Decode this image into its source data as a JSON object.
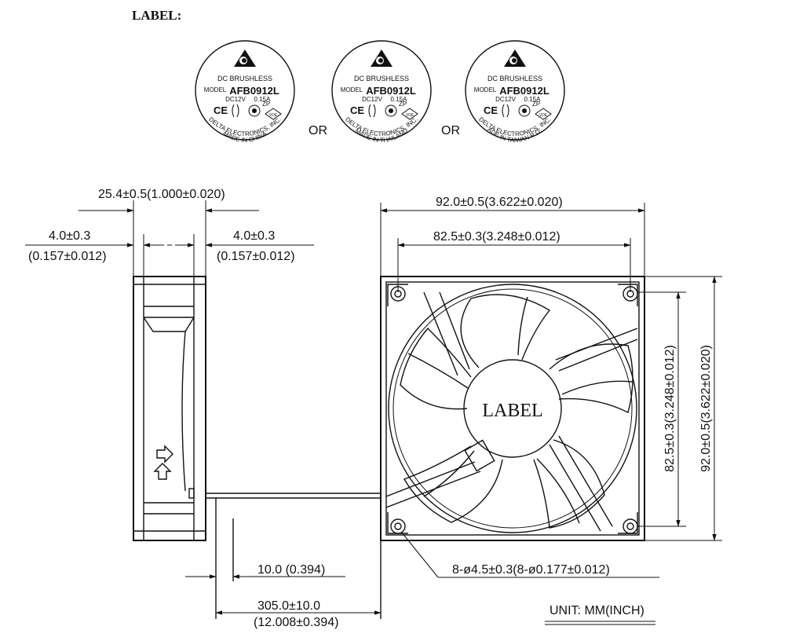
{
  "header": {
    "title": "LABEL:"
  },
  "labels": [
    {
      "product": "DC BRUSHLESS",
      "model_caption": "MODEL",
      "model": "AFB0912L",
      "voltage": "DC12V",
      "current": "0.15A",
      "zp": "ZP",
      "ce": "CE",
      "vde": "VDE",
      "maker": "DELTA ELECTRONICS, INC.",
      "origin": "MADE IN CHINA"
    },
    {
      "product": "DC BRUSHLESS",
      "model_caption": "MODEL",
      "model": "AFB0912L",
      "voltage": "DC12V",
      "current": "0.15A",
      "zp": "ZP",
      "ce": "CE",
      "vde": "VDE",
      "maker": "DELTA ELECTRONICS, INC.",
      "origin": "MADE IN THAILAND"
    },
    {
      "product": "DC BRUSHLESS",
      "model_caption": "MODEL",
      "model": "AFB0912L",
      "voltage": "DC12V",
      "current": "0.15A",
      "zp": "ZP",
      "ce": "CE",
      "vde": "VDE",
      "maker": "DELTA ELECTRONICS, INC.",
      "origin": "MADE IN TAIWAN R.O.C."
    }
  ],
  "separators": {
    "or1": "OR",
    "or2": "OR"
  },
  "dimensions": {
    "thickness": "25.4±0.5(1.000±0.020)",
    "flange_left_mm": "4.0±0.3",
    "flange_left_in": "(0.157±0.012)",
    "flange_right_mm": "4.0±0.3",
    "flange_right_in": "(0.157±0.012)",
    "width_total": "92.0±0.5(3.622±0.020)",
    "hole_spacing_h": "82.5±0.3(3.248±0.012)",
    "hole_spacing_v": "82.5±0.3(3.248±0.012)",
    "height_total": "92.0±0.5(3.622±0.020)",
    "lead_strip": "10.0  (0.394)",
    "lead_length_mm": "305.0±10.0",
    "lead_length_in": "(12.008±0.394)",
    "holes": "8-ø4.5±0.3(8-ø0.177±0.012)"
  },
  "hub_label": "LABEL",
  "unit": "UNIT:  MM(INCH)",
  "icons": [
    "delta-logo-icon",
    "ce-mark-icon",
    "ul-mark-icon",
    "vde-mark-icon",
    "airflow-arrow-icon",
    "rotation-arrow-icon"
  ]
}
